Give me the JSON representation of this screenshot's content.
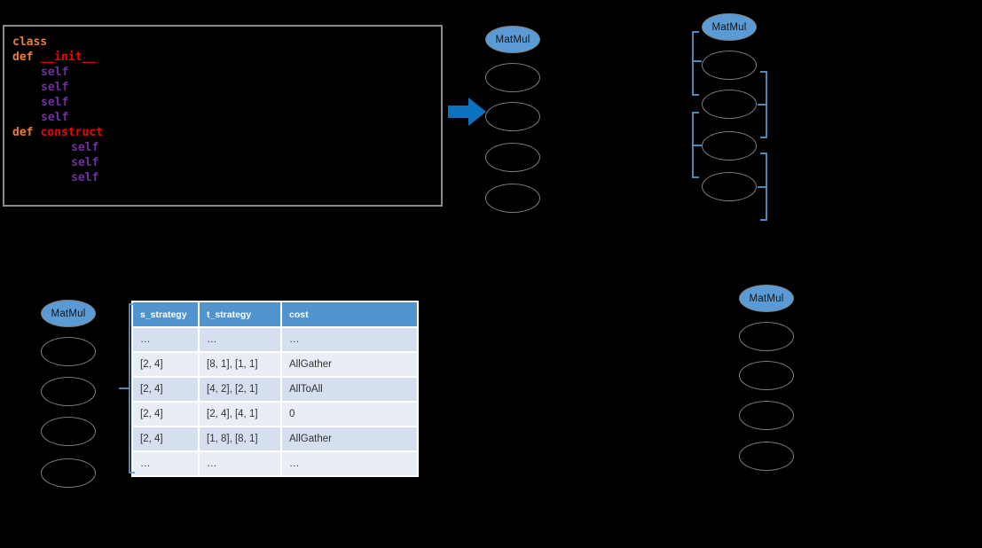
{
  "code_panel": {
    "lines": [
      {
        "kw": "class"
      },
      {
        "kw": "def",
        "fn": "__init__"
      },
      {
        "v": "self"
      },
      {
        "v": "self"
      },
      {
        "v": "self"
      },
      {
        "v": "self"
      },
      {
        "kw": "def",
        "fn": "construct"
      },
      {
        "v": "self"
      },
      {
        "v": "self"
      },
      {
        "v": "self"
      }
    ]
  },
  "chains": {
    "top_middle": {
      "op": "MatMul"
    },
    "top_right": {
      "op": "MatMul"
    },
    "bottom_left": {
      "op": "MatMul"
    },
    "bottom_right": {
      "op": "MatMul"
    }
  },
  "strategy_table": {
    "columns": [
      "s_strategy",
      "t_strategy",
      "cost"
    ],
    "rows": [
      [
        "…",
        "…",
        "…"
      ],
      [
        "[2, 4]",
        "[8, 1], [1, 1]",
        "AllGather"
      ],
      [
        "[2, 4]",
        "[4, 2], [2, 1]",
        "AllToAll"
      ],
      [
        "[2, 4]",
        "[2, 4], [4, 1]",
        "0"
      ],
      [
        "[2, 4]",
        "[1, 8], [8, 1]",
        "AllGather"
      ],
      [
        "…",
        "…",
        "…"
      ]
    ]
  },
  "colors": {
    "background": "#000000",
    "accent_blue": "#5B9BD5",
    "arrow_blue": "#0C71BE",
    "node_border_gray": "#7F7F7F",
    "table_header_bg": "#5094CE",
    "table_row_dark": "#D5DFEF",
    "table_row_light": "#E9EDF6",
    "code_keyword_orange": "#ED7D31",
    "code_function_red": "#F50000",
    "code_variable_purple": "#7030A0"
  }
}
